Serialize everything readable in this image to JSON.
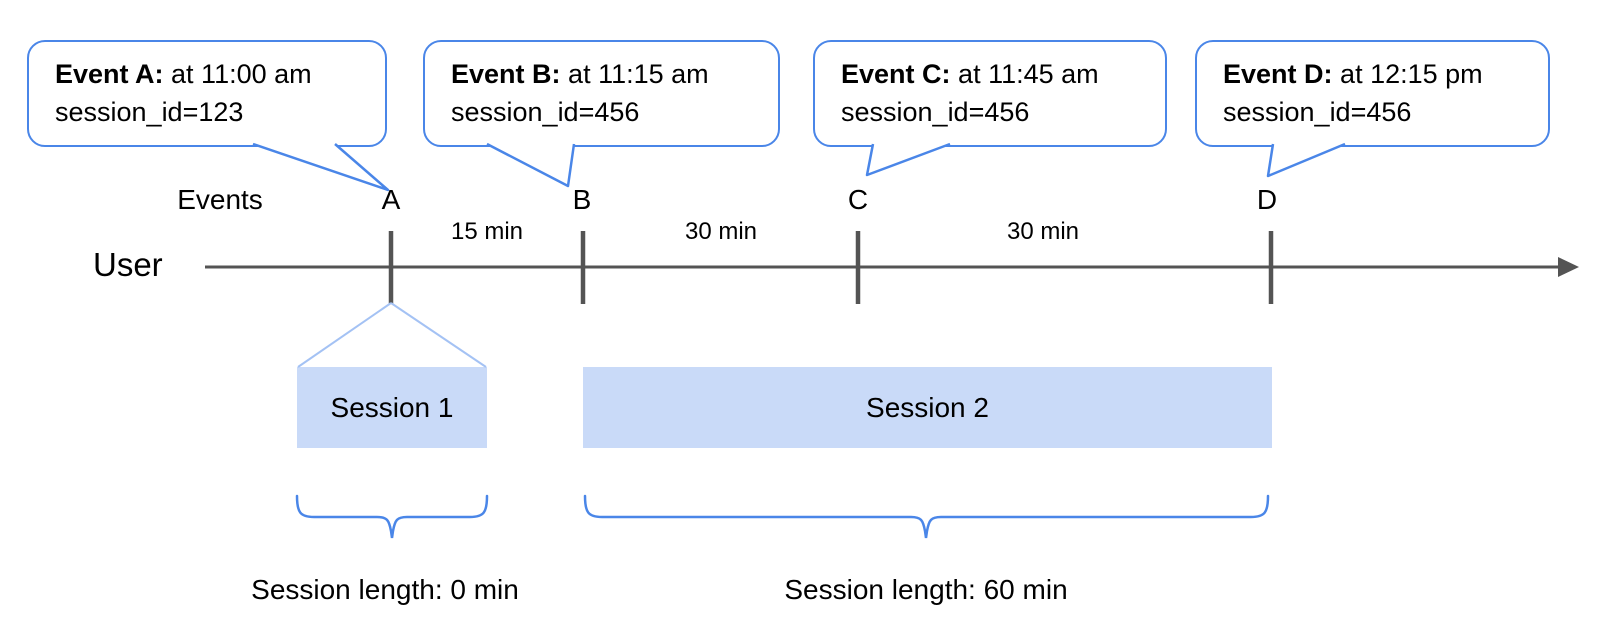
{
  "callouts": [
    {
      "event": "Event A:",
      "time": "at 11:00 am",
      "session": "session_id=123"
    },
    {
      "event": "Event B:",
      "time": "at 11:15 am",
      "session": "session_id=456"
    },
    {
      "event": "Event C:",
      "time": "at 11:45 am",
      "session": "session_id=456"
    },
    {
      "event": "Event D:",
      "time": "at 12:15 pm",
      "session": "session_id=456"
    }
  ],
  "timeline": {
    "events_label": "Events",
    "user_label": "User",
    "event_letters": [
      "A",
      "B",
      "C",
      "D"
    ],
    "gap_labels": [
      "15 min",
      "30 min",
      "30 min"
    ]
  },
  "sessions": [
    {
      "label": "Session 1",
      "length_label": "Session length: 0 min"
    },
    {
      "label": "Session 2",
      "length_label": "Session length: 60 min"
    }
  ],
  "colors": {
    "callout_border": "#4a86e8",
    "brace": "#4a86e8",
    "funnel_line": "#a4c2f4",
    "session_fill": "#c9daf8",
    "timeline": "#545454",
    "text": "#000000"
  }
}
